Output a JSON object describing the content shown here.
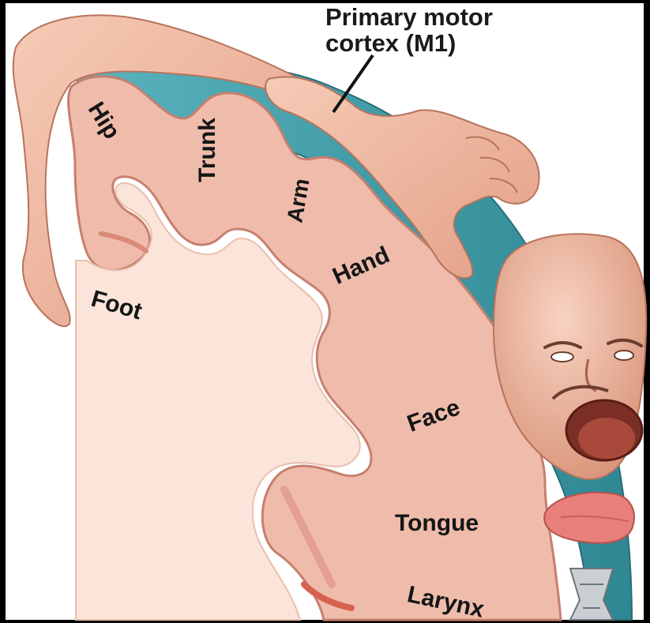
{
  "title": {
    "line1": "Primary motor",
    "line2": "cortex (M1)"
  },
  "regions": {
    "hip": "Hip",
    "trunk": "Trunk",
    "arm": "Arm",
    "hand": "Hand",
    "foot": "Foot",
    "face": "Face",
    "tongue": "Tongue",
    "larynx": "Larynx"
  },
  "colors": {
    "background": "#000000",
    "panel": "#ffffff",
    "white_matter": "#fbe4da",
    "gray_matter": "#efbcab",
    "cortex_outline": "#c77f6d",
    "cortex_band": "#3d9aa6",
    "skin": "#f1b8a0",
    "tongue": "#e87f7a",
    "label_text": "#151515"
  },
  "icons": [
    "leg-illustration",
    "arm-hand-illustration",
    "face-illustration",
    "tongue-illustration",
    "larynx-illustration"
  ]
}
